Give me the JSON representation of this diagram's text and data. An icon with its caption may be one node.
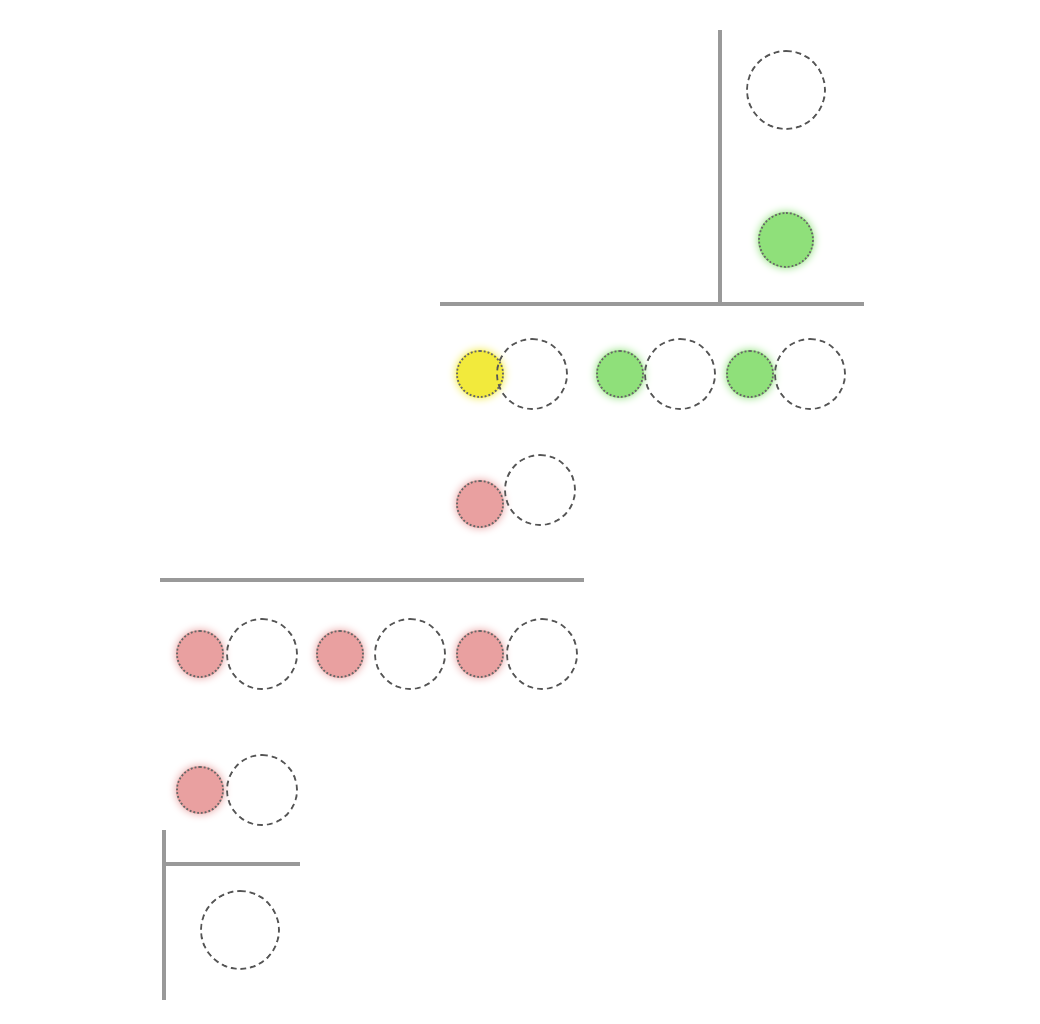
{
  "diagram": {
    "nodes": [
      {
        "text": [],
        "shape": "circle"
      },
      {
        "text": [],
        "shape": "circle"
      },
      {
        "text": [],
        "shape": "circle"
      },
      {
        "text": [],
        "shape": "circle"
      },
      {
        "text": [],
        "shape": "circle"
      },
      {
        "text": [],
        "shape": "circle"
      },
      {
        "text": [],
        "shape": "circle"
      },
      {
        "text": [],
        "shape": "circle"
      },
      {
        "text": [],
        "shape": "circle"
      },
      {
        "text": [],
        "shape": "circle"
      },
      {
        "text": [],
        "shape": "circle"
      },
      {
        "text": [],
        "shape": "circle"
      },
      {
        "text": [],
        "shape": "circle"
      },
      {
        "text": [],
        "shape": "circle"
      },
      {
        "text": [],
        "shape": "circle"
      },
      {
        "text": [],
        "shape": "circle"
      },
      {
        "text": [],
        "shape": "circle"
      },
      {
        "text": [],
        "shape": "circle"
      },
      {
        "text": [],
        "shape": "circle"
      }
    ]
  }
}
